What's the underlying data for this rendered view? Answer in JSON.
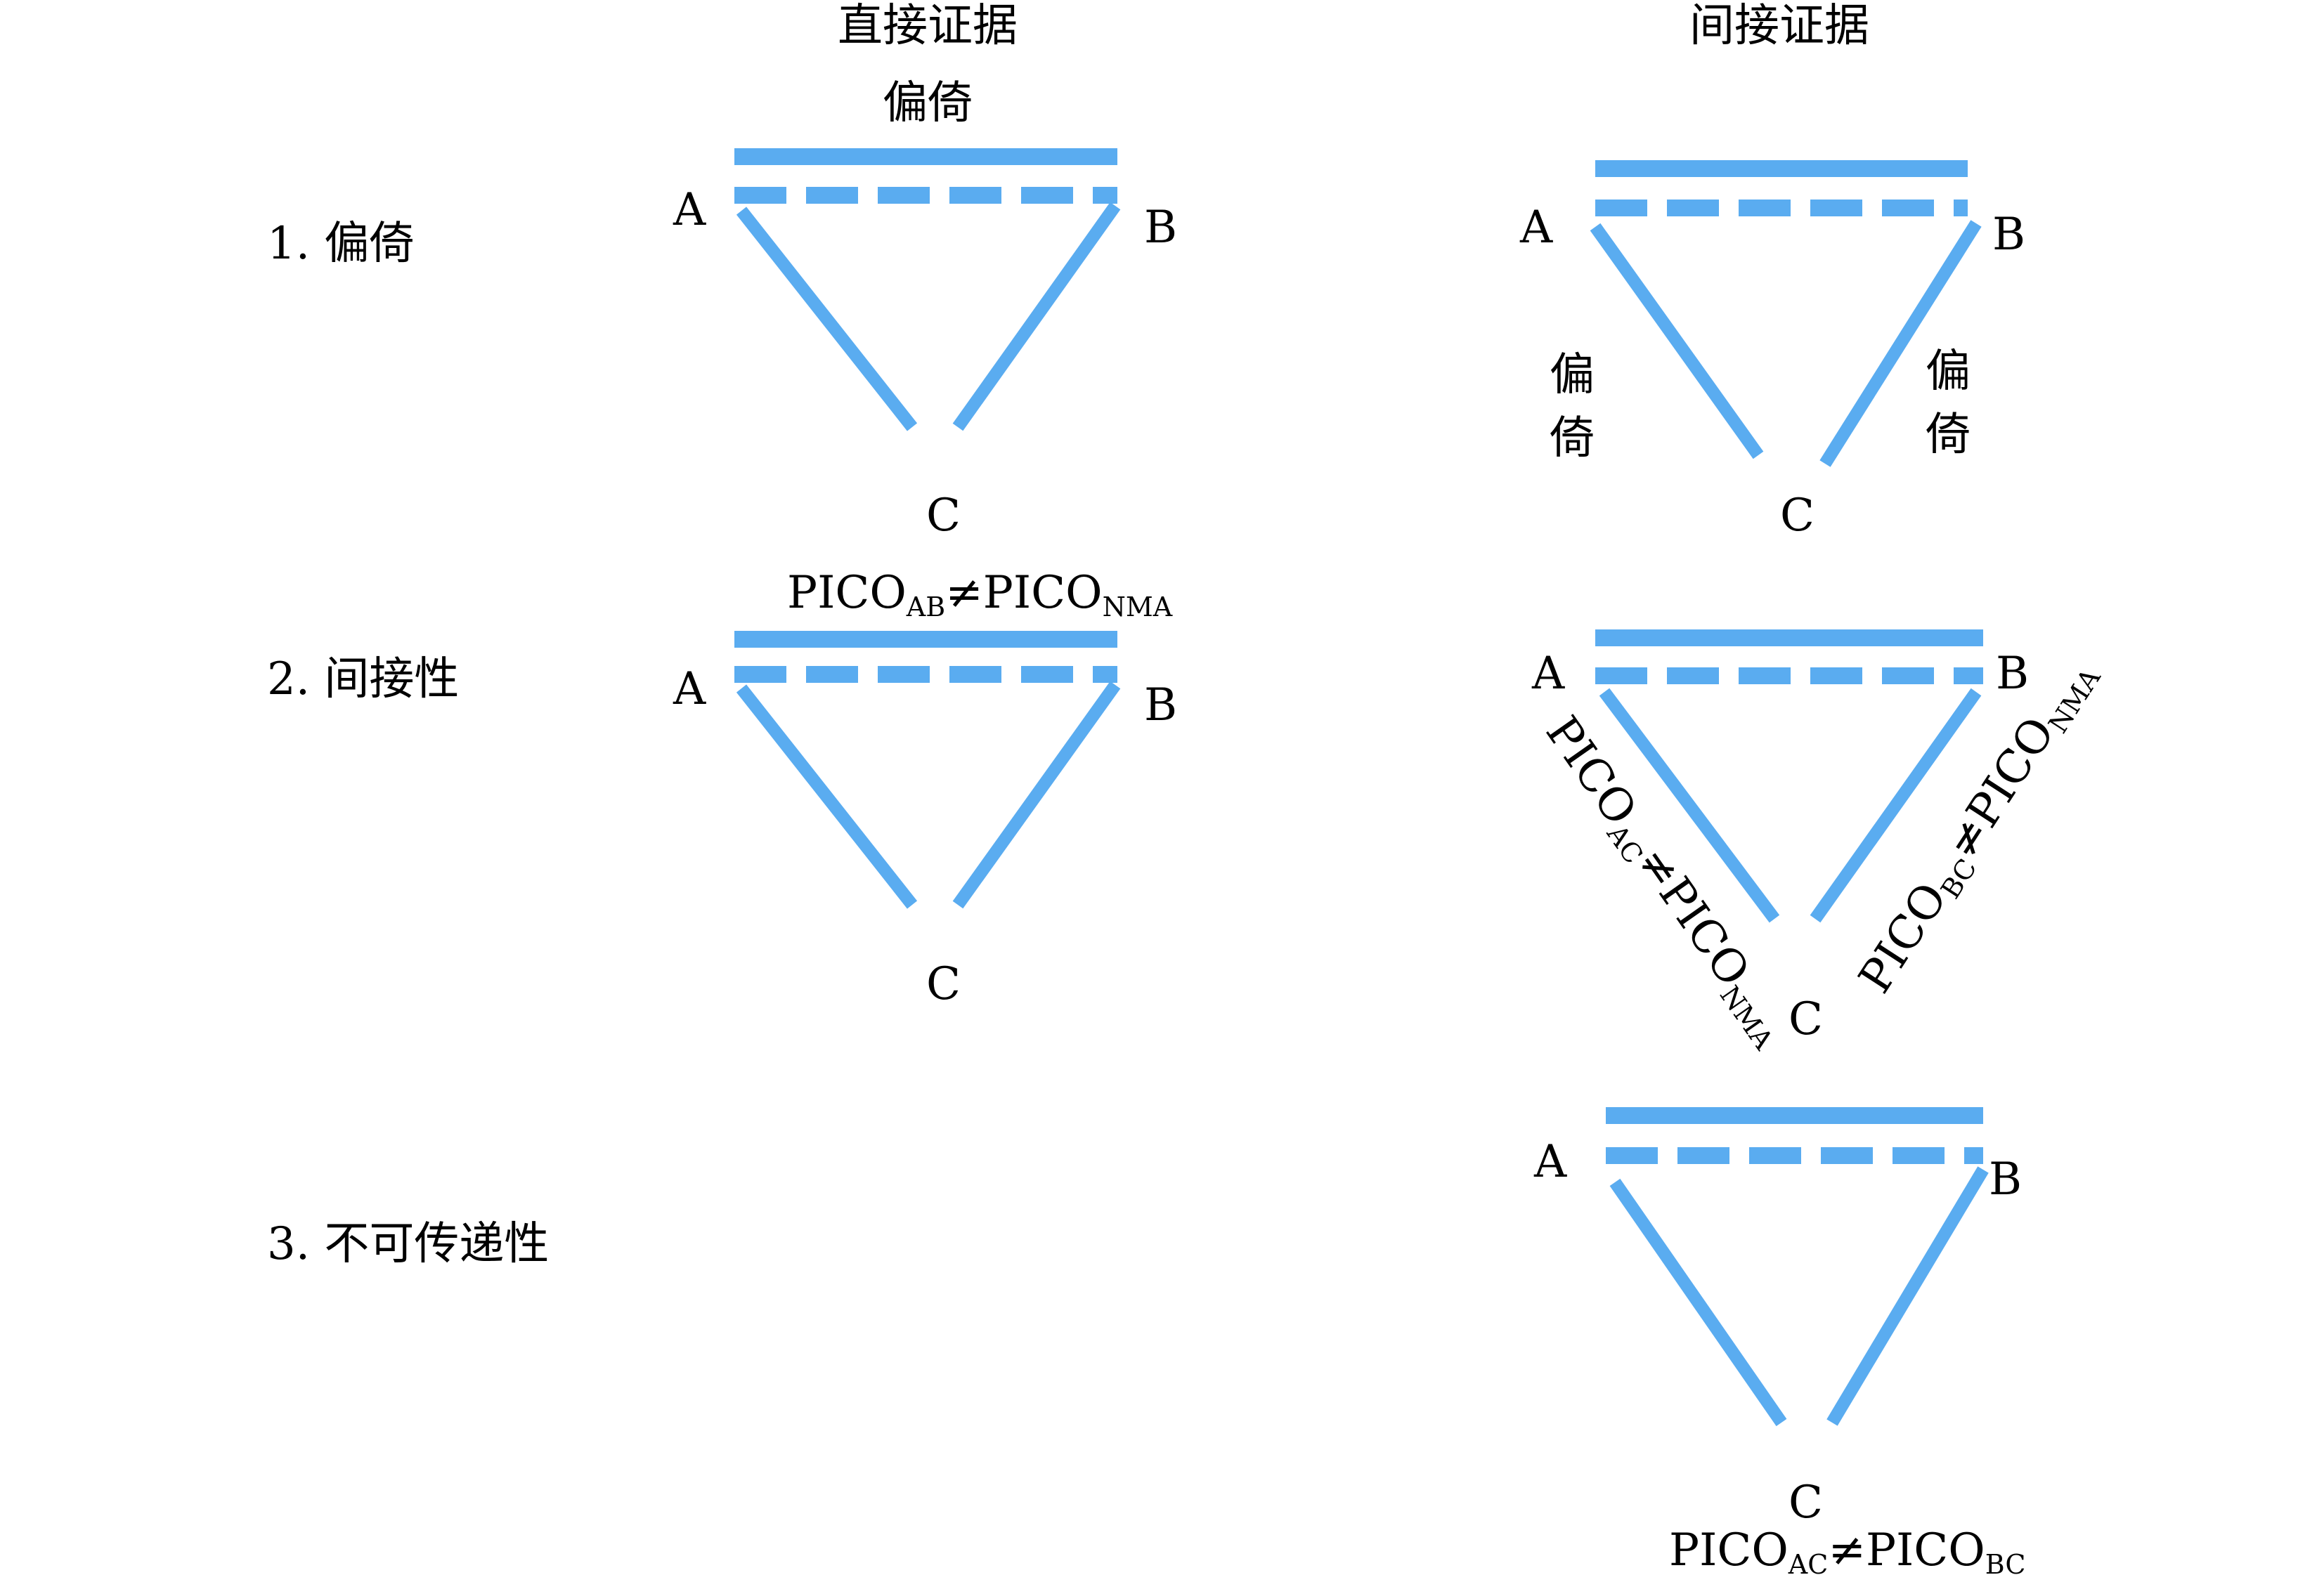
{
  "headers": {
    "direct": "直接证据",
    "indirect": "间接证据"
  },
  "rows": [
    {
      "label": "1.  偏倚"
    },
    {
      "label": "2.  间接性"
    },
    {
      "label": "3.  不可传递性"
    }
  ],
  "nodes": {
    "a": "A",
    "b": "B",
    "c": "C"
  },
  "annotations": {
    "bias_top": "偏倚",
    "bias_char1": "偏",
    "bias_char2": "倚",
    "pico": "PICO",
    "neq": "≠",
    "sub_ab": "AB",
    "sub_ac": "AC",
    "sub_bc": "BC",
    "sub_nma": "NMA"
  },
  "colors": {
    "line": "#5aacf0",
    "text": "#000000"
  }
}
